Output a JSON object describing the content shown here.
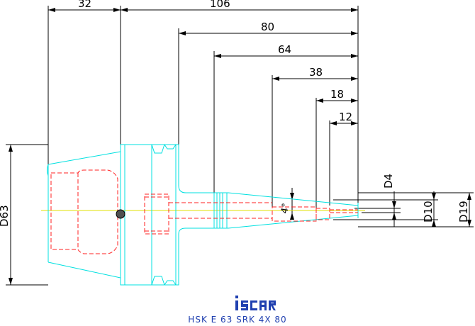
{
  "drawing": {
    "dimensions": {
      "d32": "32",
      "d106": "106",
      "d80": "80",
      "d64": "64",
      "d38": "38",
      "d18": "18",
      "d12": "12",
      "d63": "D63",
      "dd4": "D4",
      "dd10": "D10",
      "dd19": "D19",
      "angle": "4°"
    },
    "logo": {
      "text": "iscar",
      "icon": "iscar-logo-icon"
    },
    "caption": "HSK E 63 SRK 4X 80"
  },
  "colors": {
    "outline": "#00e0e0",
    "hidden": "#ff2020",
    "dimension": "#000000",
    "axis": "#e0e000",
    "brand": "#2040b0"
  }
}
